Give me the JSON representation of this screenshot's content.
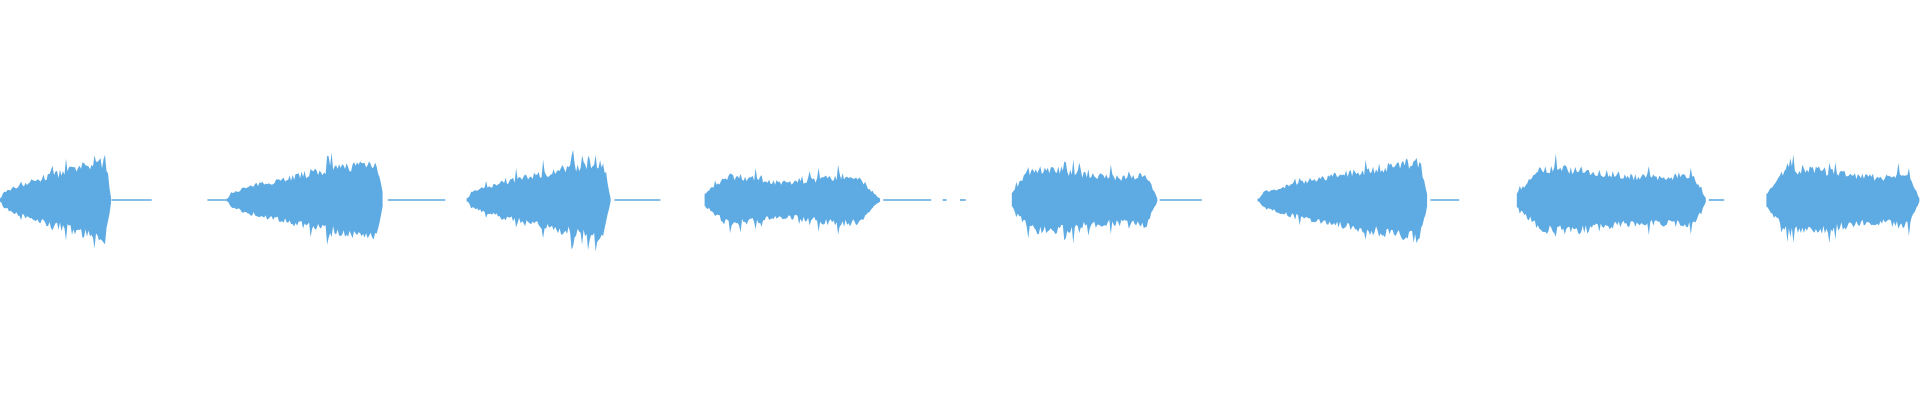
{
  "waveform": {
    "color": "#5eabe3",
    "background": "#ffffff",
    "segments": [
      {
        "start": 0.0,
        "end": 0.058,
        "shape": "crescendo"
      },
      {
        "start": 0.118,
        "end": 0.2,
        "shape": "crescendo"
      },
      {
        "start": 0.243,
        "end": 0.318,
        "shape": "crescendo"
      },
      {
        "start": 0.367,
        "end": 0.459,
        "shape": "wavy"
      },
      {
        "start": 0.527,
        "end": 0.603,
        "shape": "plateau"
      },
      {
        "start": 0.655,
        "end": 0.744,
        "shape": "crescendo"
      },
      {
        "start": 0.79,
        "end": 0.889,
        "shape": "plateau"
      },
      {
        "start": 0.92,
        "end": 1.0,
        "shape": "plateau"
      }
    ],
    "silences": [
      {
        "start": 0.058,
        "end": 0.079
      },
      {
        "start": 0.108,
        "end": 0.122
      },
      {
        "start": 0.202,
        "end": 0.232
      },
      {
        "start": 0.32,
        "end": 0.344
      },
      {
        "start": 0.46,
        "end": 0.485
      },
      {
        "start": 0.491,
        "end": 0.493
      },
      {
        "start": 0.5,
        "end": 0.503
      },
      {
        "start": 0.604,
        "end": 0.626
      },
      {
        "start": 0.745,
        "end": 0.76
      },
      {
        "start": 0.89,
        "end": 0.898
      }
    ]
  }
}
